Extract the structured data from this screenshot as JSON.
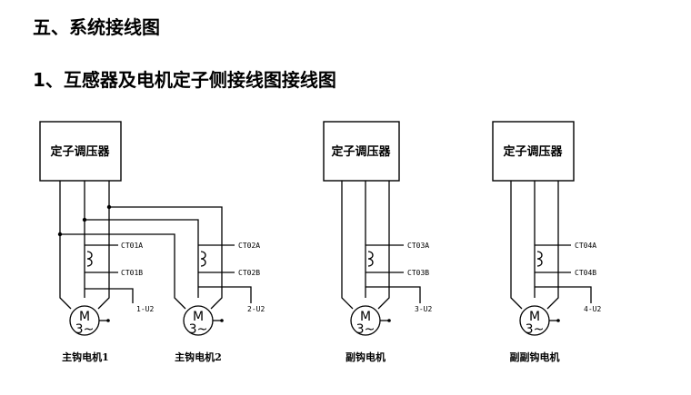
{
  "headings": {
    "section": "五、系统接线图",
    "sub": "1、互感器及电机定子侧接线图接线图"
  },
  "diagrams": [
    {
      "box": "定子调压器",
      "ct1": "CT01A",
      "ct2": "CT01B",
      "term": "1-U2",
      "motor_m": "M",
      "motor_phase": "3~",
      "caption": "主钩电机1"
    },
    {
      "box": "",
      "ct1": "CT02A",
      "ct2": "CT02B",
      "term": "2-U2",
      "motor_m": "M",
      "motor_phase": "3~",
      "caption": "主钩电机2"
    },
    {
      "box": "定子调压器",
      "ct1": "CT03A",
      "ct2": "CT03B",
      "term": "3-U2",
      "motor_m": "M",
      "motor_phase": "3~",
      "caption": "副钩电机"
    },
    {
      "box": "定子调压器",
      "ct1": "CT04A",
      "ct2": "CT04B",
      "term": "4-U2",
      "motor_m": "M",
      "motor_phase": "3~",
      "caption": "副副钩电机"
    }
  ]
}
